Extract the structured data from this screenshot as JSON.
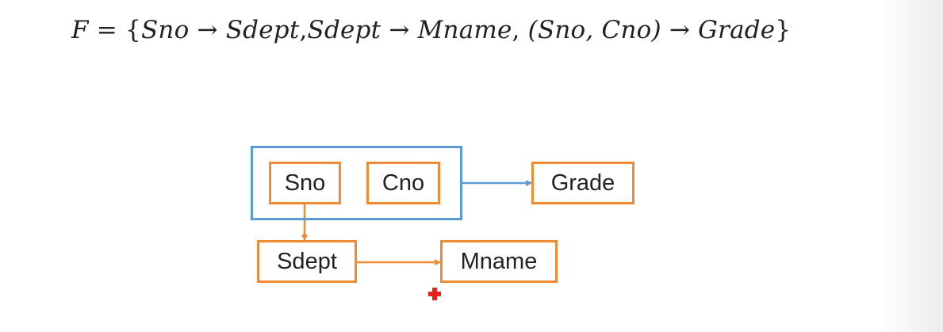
{
  "formula": {
    "lhs": "F",
    "eq": "=",
    "open": "{",
    "fd1_from": "Sno",
    "fd1_to": "Sdept",
    "sep1": ",",
    "fd2_from": "Sdept",
    "fd2_to": "Mname",
    "sep2": ",",
    "fd3_from": "(Sno, Cno)",
    "fd3_to": "Grade",
    "close": "}",
    "arrow": "→"
  },
  "diagram": {
    "nodes": {
      "sno": "Sno",
      "cno": "Cno",
      "grade": "Grade",
      "sdept": "Sdept",
      "mname": "Mname"
    },
    "colors": {
      "node_border": "#f08a33",
      "group_border": "#5b9bd5",
      "orange_arrow": "#f08a33",
      "blue_arrow": "#5b9bd5",
      "marker": "#e8201e"
    }
  }
}
